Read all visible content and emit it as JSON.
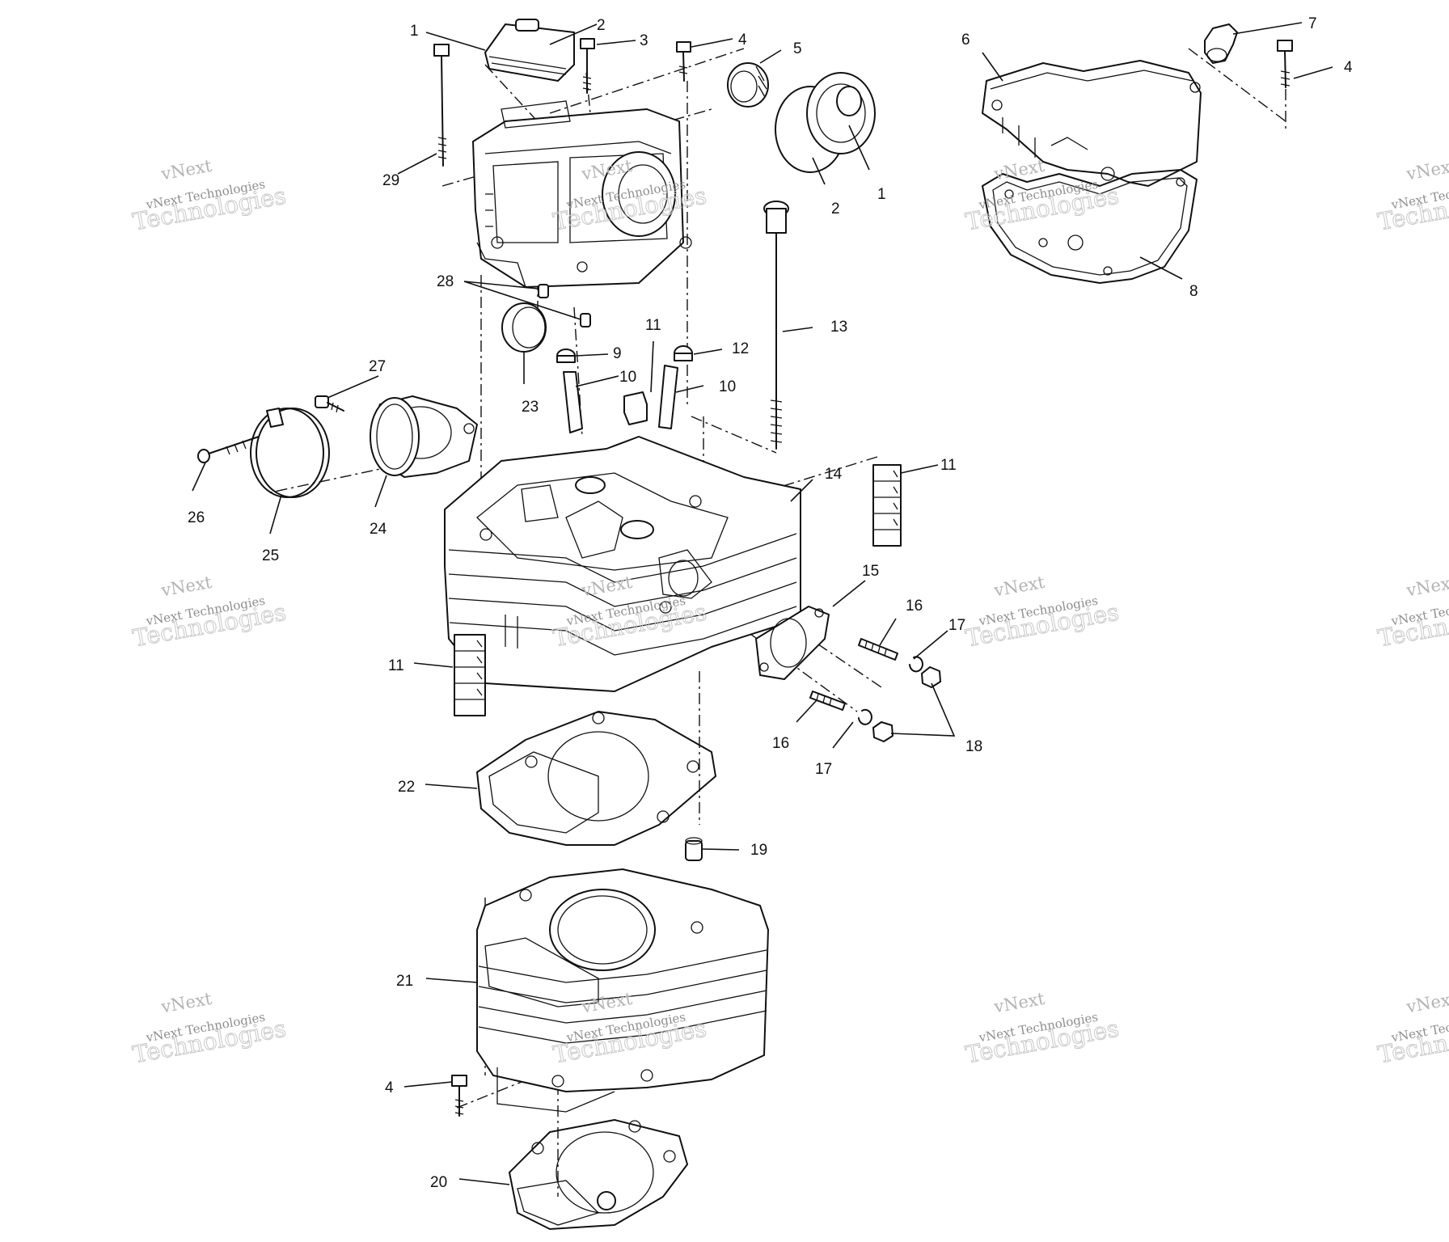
{
  "watermark": {
    "brand": "vNext",
    "line1": "vNext Technologies",
    "line2": "Technologies"
  },
  "callouts": [
    {
      "text": "1"
    },
    {
      "text": "2"
    },
    {
      "text": "3"
    },
    {
      "text": "4"
    },
    {
      "text": "5"
    },
    {
      "text": "1"
    },
    {
      "text": "2"
    },
    {
      "text": "29"
    },
    {
      "text": "6"
    },
    {
      "text": "7"
    },
    {
      "text": "4"
    },
    {
      "text": "8"
    },
    {
      "text": "28"
    },
    {
      "text": "13"
    },
    {
      "text": "11"
    },
    {
      "text": "9"
    },
    {
      "text": "12"
    },
    {
      "text": "10"
    },
    {
      "text": "10"
    },
    {
      "text": "27"
    },
    {
      "text": "23"
    },
    {
      "text": "26"
    },
    {
      "text": "25"
    },
    {
      "text": "24"
    },
    {
      "text": "14"
    },
    {
      "text": "11"
    },
    {
      "text": "15"
    },
    {
      "text": "16"
    },
    {
      "text": "17"
    },
    {
      "text": "11"
    },
    {
      "text": "16"
    },
    {
      "text": "17"
    },
    {
      "text": "18"
    },
    {
      "text": "22"
    },
    {
      "text": "19"
    },
    {
      "text": "21"
    },
    {
      "text": "4"
    },
    {
      "text": "20"
    }
  ]
}
